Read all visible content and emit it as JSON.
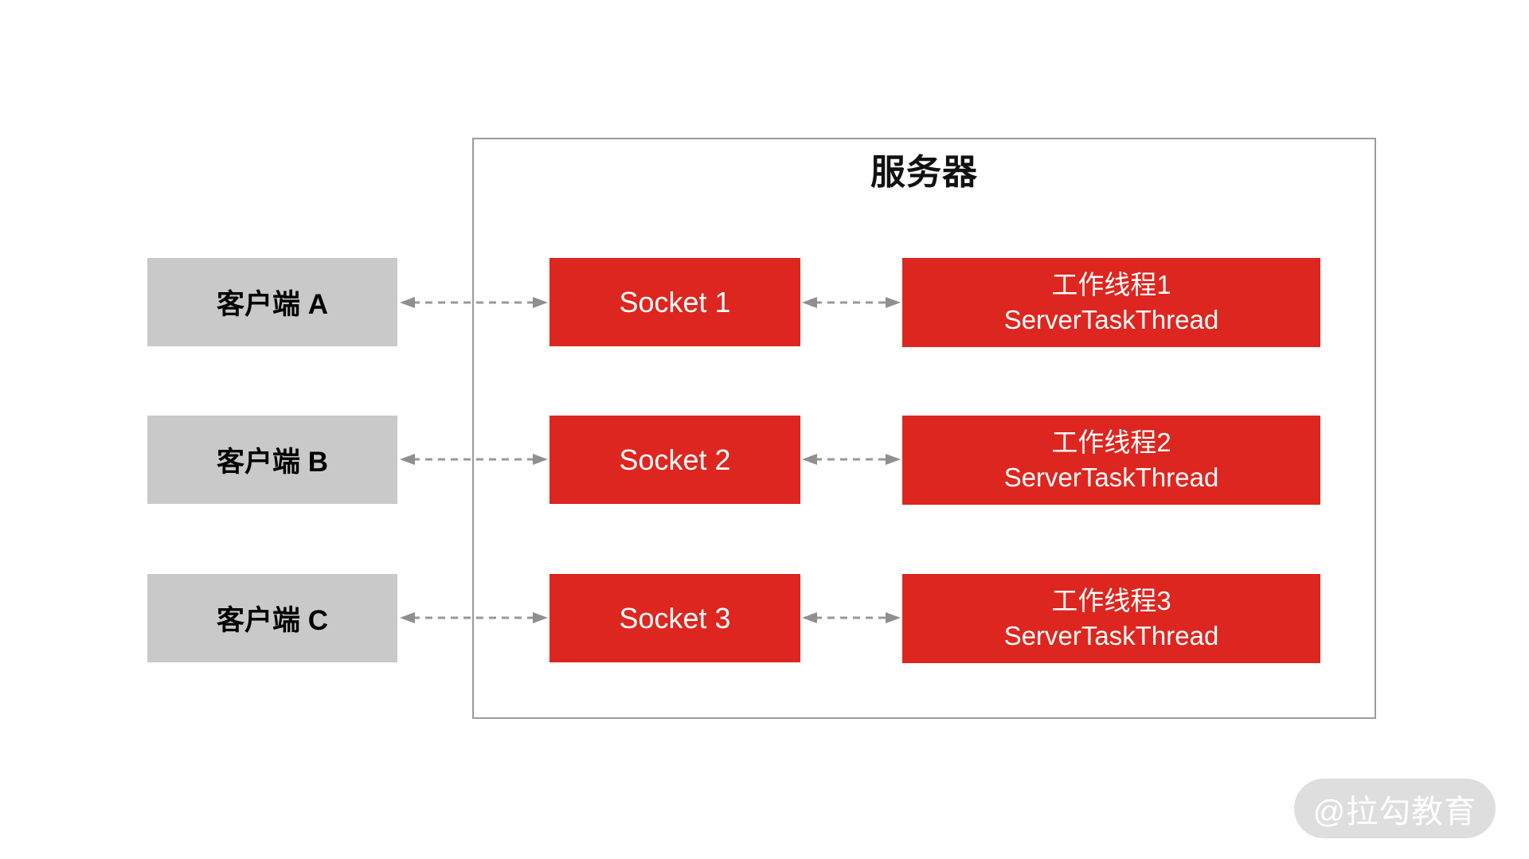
{
  "server": {
    "title": "服务器"
  },
  "clients": [
    {
      "label": "客户端 A"
    },
    {
      "label": "客户端 B"
    },
    {
      "label": "客户端 C"
    }
  ],
  "sockets": [
    {
      "label": "Socket 1"
    },
    {
      "label": "Socket 2"
    },
    {
      "label": "Socket 3"
    }
  ],
  "workers": [
    {
      "line1": "工作线程1",
      "line2": "ServerTaskThread"
    },
    {
      "line1": "工作线程2",
      "line2": "ServerTaskThread"
    },
    {
      "line1": "工作线程3",
      "line2": "ServerTaskThread"
    }
  ],
  "watermark": {
    "label": "@拉勾教育"
  },
  "colors": {
    "box_red": "#dd261f",
    "box_gray": "#c9c9c9",
    "server_border": "#9b9b9b",
    "arrow": "#989898",
    "watermark_bg": "#dedede",
    "text_dark": "#000000",
    "text_light": "#ffffff"
  }
}
